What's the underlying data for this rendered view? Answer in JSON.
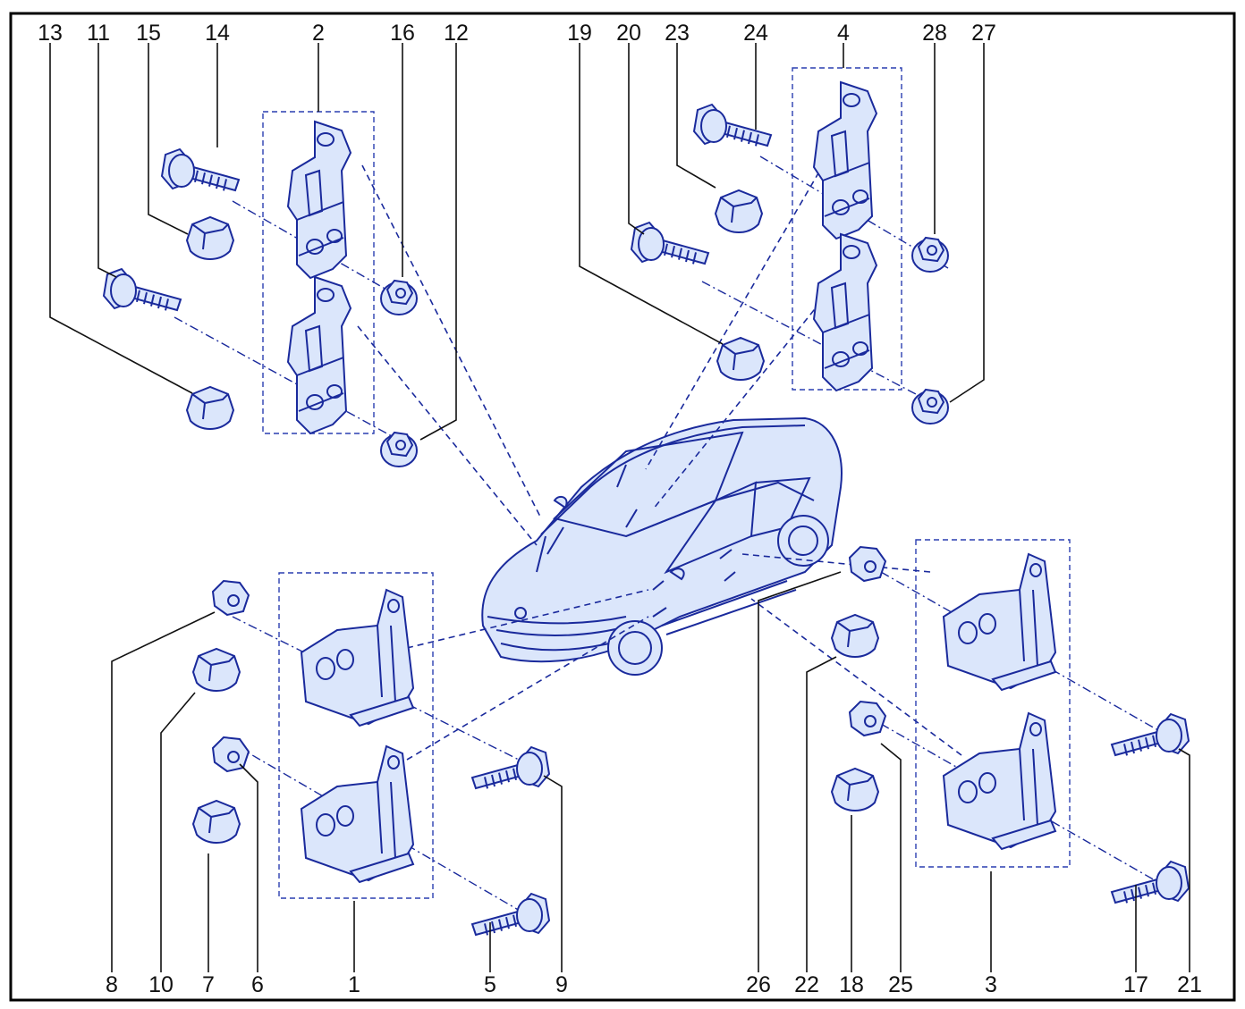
{
  "diagram": {
    "callouts": [
      {
        "id": "13",
        "label": "13"
      },
      {
        "id": "11",
        "label": "11"
      },
      {
        "id": "15",
        "label": "15"
      },
      {
        "id": "14",
        "label": "14"
      },
      {
        "id": "2",
        "label": "2"
      },
      {
        "id": "16",
        "label": "16"
      },
      {
        "id": "12",
        "label": "12"
      },
      {
        "id": "19",
        "label": "19"
      },
      {
        "id": "20",
        "label": "20"
      },
      {
        "id": "23",
        "label": "23"
      },
      {
        "id": "24",
        "label": "24"
      },
      {
        "id": "4",
        "label": "4"
      },
      {
        "id": "28",
        "label": "28"
      },
      {
        "id": "27",
        "label": "27"
      },
      {
        "id": "8",
        "label": "8"
      },
      {
        "id": "10",
        "label": "10"
      },
      {
        "id": "7",
        "label": "7"
      },
      {
        "id": "6",
        "label": "6"
      },
      {
        "id": "1",
        "label": "1"
      },
      {
        "id": "5",
        "label": "5"
      },
      {
        "id": "9",
        "label": "9"
      },
      {
        "id": "26",
        "label": "26"
      },
      {
        "id": "22",
        "label": "22"
      },
      {
        "id": "18",
        "label": "18"
      },
      {
        "id": "25",
        "label": "25"
      },
      {
        "id": "3",
        "label": "3"
      },
      {
        "id": "17",
        "label": "17"
      },
      {
        "id": "21",
        "label": "21"
      }
    ],
    "colors": {
      "line": "#1a2a9c",
      "part_fill": "#dbe6fb",
      "text": "#111111",
      "frame": "#000000"
    }
  }
}
